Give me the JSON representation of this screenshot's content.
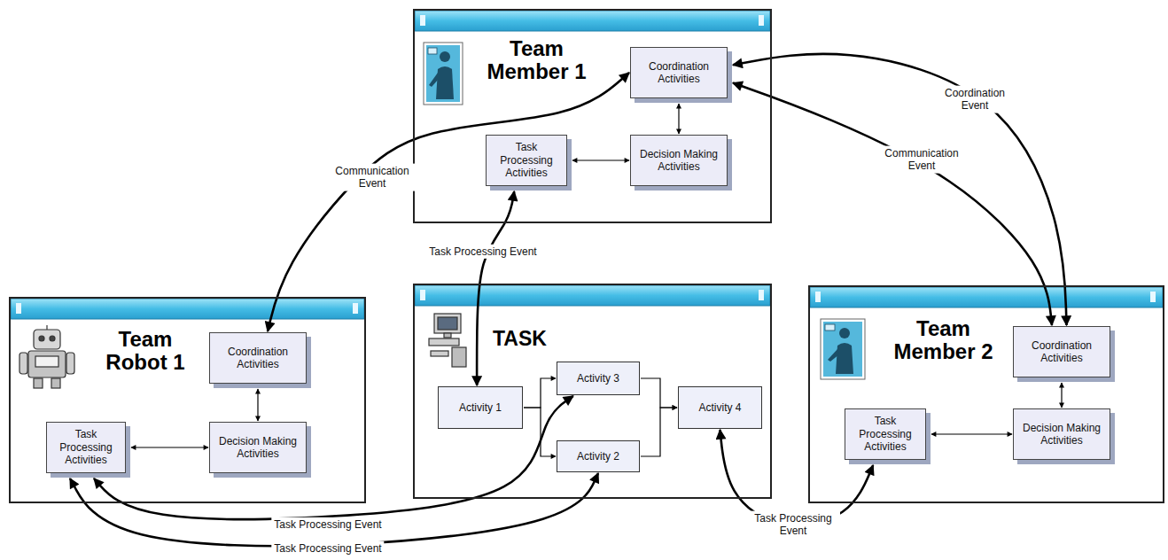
{
  "diagram": {
    "nodes": [
      {
        "text": [
          "Team Member 1"
        ]
      },
      {
        "text": [
          "Coordination Activities"
        ],
        "in": 0
      },
      {
        "text": [
          "Task Processing Activities"
        ],
        "in": 0
      },
      {
        "text": [
          "Decision Making Activities"
        ],
        "in": 0
      },
      {
        "text": [
          "Team Robot 1"
        ]
      },
      {
        "text": [
          "Coordination Activities"
        ],
        "in": 4
      },
      {
        "text": [
          "Task Processing Activities"
        ],
        "in": 4
      },
      {
        "text": [
          "Decision Making Activities"
        ],
        "in": 4
      },
      {
        "text": [
          "TASK"
        ]
      },
      {
        "text": [
          "Activity 1"
        ],
        "in": 8
      },
      {
        "text": [
          "Activity 3"
        ],
        "in": 8
      },
      {
        "text": [
          "Activity 2"
        ],
        "in": 8
      },
      {
        "text": [
          "Activity 4"
        ],
        "in": 8
      },
      {
        "text": [
          "Team Member 2"
        ]
      },
      {
        "text": [
          "Coordination Activities"
        ],
        "in": 13
      },
      {
        "text": [
          "Task Processing Activities"
        ],
        "in": 13
      },
      {
        "text": [
          "Decision Making Activities"
        ],
        "in": 13
      }
    ],
    "edges": [
      {
        "from": 1,
        "to": 3,
        "arrow": "both"
      },
      {
        "from": 2,
        "to": 3,
        "arrow": "both"
      },
      {
        "from": 5,
        "to": 7,
        "arrow": "both"
      },
      {
        "from": 6,
        "to": 7,
        "arrow": "both"
      },
      {
        "from": 14,
        "to": 16,
        "arrow": "both"
      },
      {
        "from": 15,
        "to": 16,
        "arrow": "both"
      },
      {
        "from": 1,
        "to": 5,
        "label": "Communication Event",
        "arrow": "both"
      },
      {
        "from": 1,
        "to": 14,
        "label": "Coordination Event",
        "arrow": "both"
      },
      {
        "from": 1,
        "to": 14,
        "label": "Communication Event",
        "arrow": "both"
      },
      {
        "from": 2,
        "to": 9,
        "label": "Task Processing Event",
        "arrow": "both"
      },
      {
        "from": 6,
        "to": 10,
        "label": "Task Processing Event",
        "arrow": "both"
      },
      {
        "from": 6,
        "to": 11,
        "label": "Task Processing Event",
        "arrow": "both"
      },
      {
        "from": 15,
        "to": 12,
        "label": "Task Processing Event",
        "arrow": "both"
      },
      {
        "from": 9,
        "to": 10,
        "arrow": "to"
      },
      {
        "from": 9,
        "to": 11,
        "arrow": "to"
      },
      {
        "from": 10,
        "to": 12,
        "arrow": "to"
      },
      {
        "from": 11,
        "to": 12,
        "arrow": "to"
      }
    ]
  }
}
